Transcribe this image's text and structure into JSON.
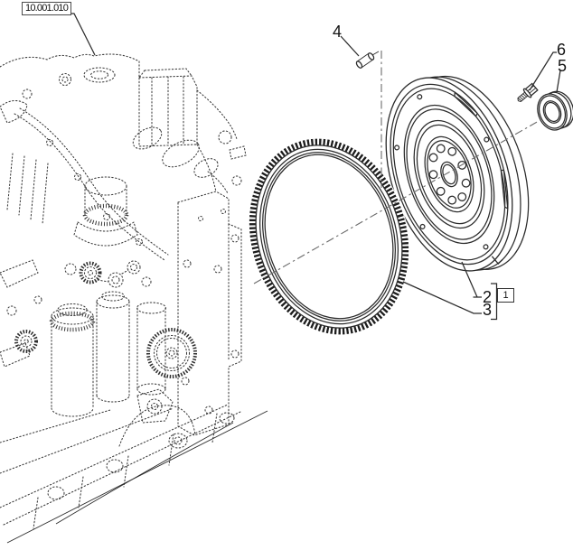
{
  "diagram": {
    "section_reference": "10.001.010",
    "callouts": {
      "pin": "4",
      "bolt": "6",
      "bearing": "5",
      "flywheel": "2",
      "ring_gear": "3",
      "assembly": "1"
    },
    "parts_depicted": [
      "engine-block-reference",
      "flywheel-ring-gear",
      "flywheel",
      "dowel-pin",
      "pilot-bearing",
      "flywheel-bolt"
    ],
    "colors": {
      "background": "#ffffff",
      "line": "#2b2b2b",
      "centerline": "#6b6b6b",
      "label_text": "#141414"
    }
  }
}
